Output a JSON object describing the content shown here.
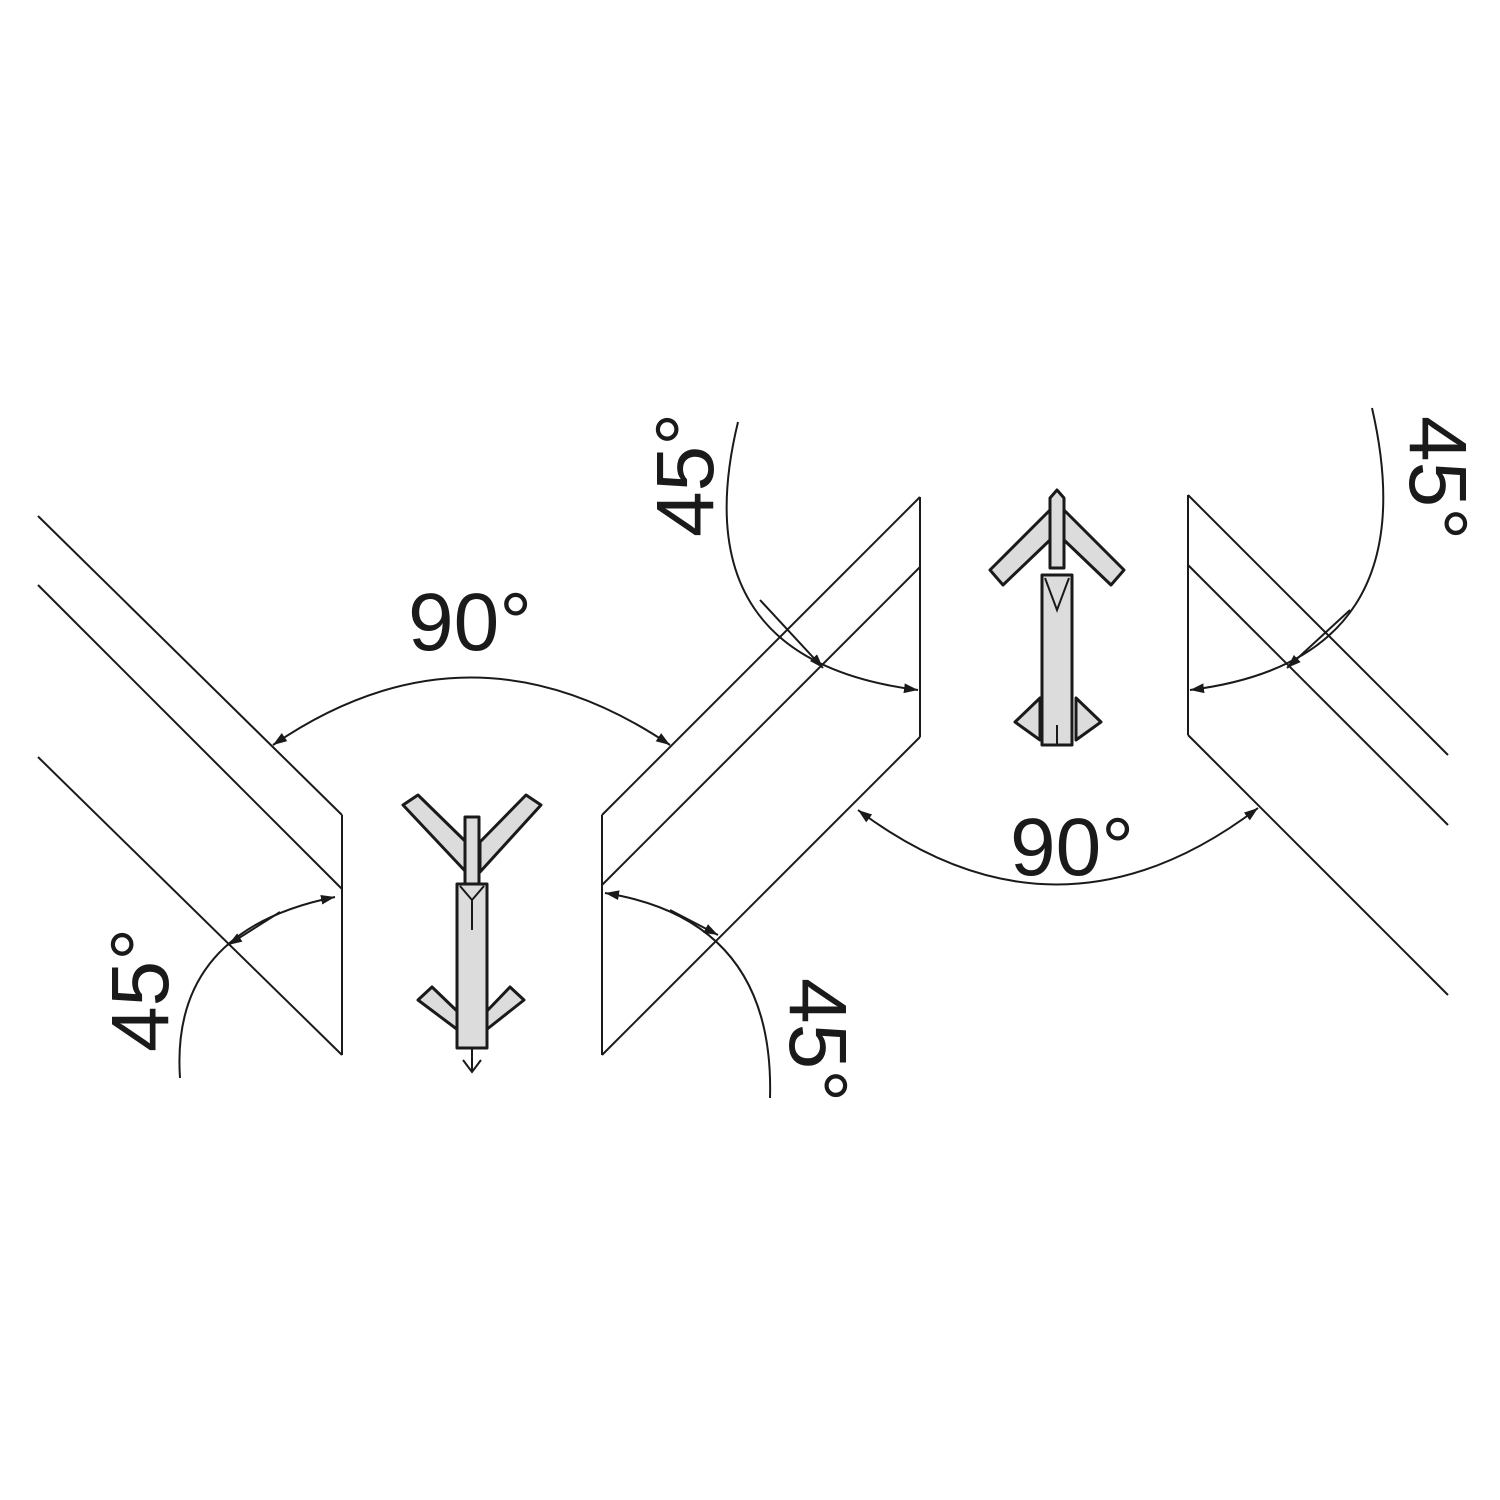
{
  "labels": {
    "angle_top_left": "90°",
    "angle_bottom_right": "90°",
    "angle_bottom_left": "45°",
    "angle_bottom_mid": "45°",
    "angle_top_mid": "45°",
    "angle_top_right": "45°"
  },
  "colors": {
    "line": "#1a1a1a",
    "connector_fill": "#dcdcdc"
  }
}
